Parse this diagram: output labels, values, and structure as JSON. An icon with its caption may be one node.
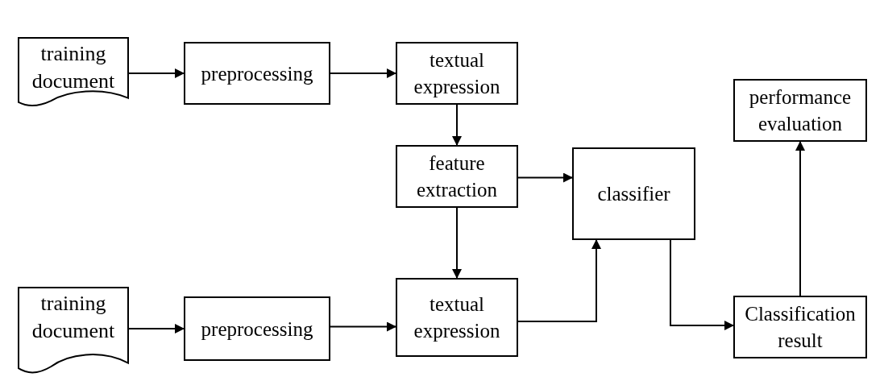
{
  "diagram": {
    "nodes": [
      {
        "text": [
          "training document"
        ]
      },
      {
        "text": [
          "preprocessing"
        ]
      },
      {
        "text": [
          "textual expression"
        ]
      },
      {
        "text": [
          "performance evaluation"
        ]
      },
      {
        "text": [
          "feature extraction"
        ]
      },
      {
        "text": [
          "classifier"
        ]
      },
      {
        "text": [
          "training document"
        ]
      },
      {
        "text": [
          "preprocessing"
        ]
      },
      {
        "text": [
          "textual expression"
        ]
      },
      {
        "text": [
          "Classification result"
        ]
      }
    ],
    "edges": [
      {
        "from": 0,
        "to": 1,
        "arrow": "to"
      },
      {
        "from": 1,
        "to": 2,
        "arrow": "to"
      },
      {
        "from": 2,
        "to": 4,
        "arrow": "to"
      },
      {
        "from": 4,
        "to": 5,
        "arrow": "to"
      },
      {
        "from": 4,
        "to": 8,
        "arrow": "to"
      },
      {
        "from": 6,
        "to": 7,
        "arrow": "to"
      },
      {
        "from": 7,
        "to": 8,
        "arrow": "to"
      },
      {
        "from": 8,
        "to": 5,
        "arrow": "to"
      },
      {
        "from": 5,
        "to": 9,
        "arrow": "to"
      },
      {
        "from": 9,
        "to": 3,
        "arrow": "to"
      }
    ]
  }
}
